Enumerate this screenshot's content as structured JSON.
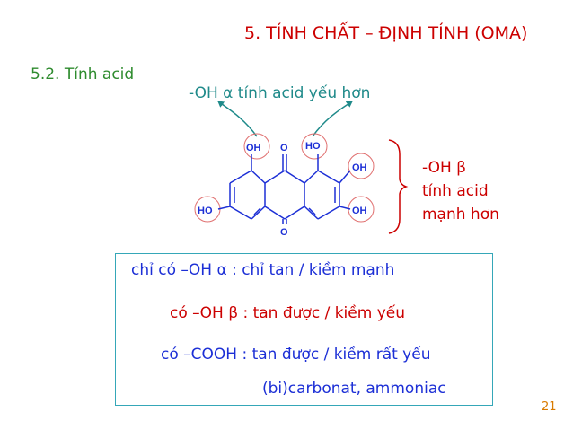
{
  "title": "5.  TÍNH CHẤT – ĐỊNH TÍNH (OMA)",
  "subtitle": "5.2. Tính acid",
  "alpha_note": "-OH α tính acid yếu hơn",
  "beta_note": [
    "-OH β",
    "tính acid",
    "mạnh hơn"
  ],
  "molecule": {
    "labels": {
      "oh1": "OH",
      "o_top": "O",
      "ho1": "HO",
      "oh_right_top": "OH",
      "ho_left": "HO",
      "oh_right_bottom": "OH",
      "o_bottom": "O"
    }
  },
  "box_lines": [
    "chỉ có –OH α : chỉ tan / kiềm mạnh",
    "có –OH β : tan được / kiềm yếu",
    "có –COOH : tan được / kiềm rất yếu",
    "(bi)carbonat, ammoniac"
  ],
  "page_number": "21",
  "colors": {
    "title": "#cc0000",
    "subtitle": "#2e8b2e",
    "alpha": "#1f8a8a",
    "structure": "#1c2fd6",
    "circle": "#e07070",
    "box_border": "#35a7b8",
    "page_number": "#d97a00"
  }
}
